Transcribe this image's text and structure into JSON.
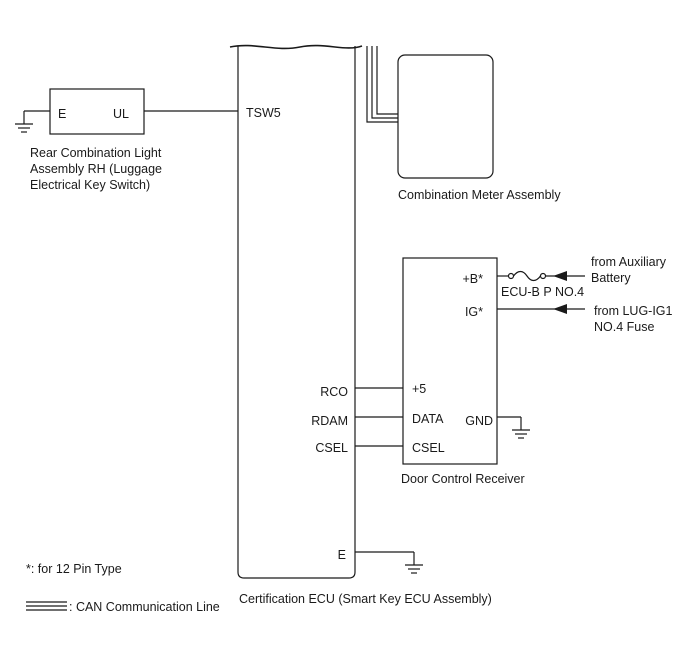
{
  "ecu": {
    "name": "Certification ECU (Smart Key ECU Assembly)",
    "pins": {
      "tsw5": "TSW5",
      "rco": "RCO",
      "rdam": "RDAM",
      "csel": "CSEL",
      "e": "E"
    }
  },
  "rear_light": {
    "pin_e": "E",
    "pin_ul": "UL",
    "label_lines": [
      "Rear Combination Light",
      "Assembly RH (Luggage",
      "Electrical Key Switch)"
    ]
  },
  "meter": {
    "name": "Combination Meter Assembly"
  },
  "receiver": {
    "name": "Door Control Receiver",
    "pins": {
      "b": "+B*",
      "ig": "IG*",
      "p5": "+5",
      "data": "DATA",
      "gnd": "GND",
      "csel": "CSEL"
    }
  },
  "fuse": {
    "label": "ECU-B P NO.4"
  },
  "sources": {
    "aux_lines": [
      "from Auxiliary",
      "Battery"
    ],
    "lug_lines": [
      "from LUG-IG1",
      "NO.4 Fuse"
    ]
  },
  "notes": {
    "pin_type": "*: for 12 Pin Type",
    "can_legend": ": CAN Communication Line"
  }
}
